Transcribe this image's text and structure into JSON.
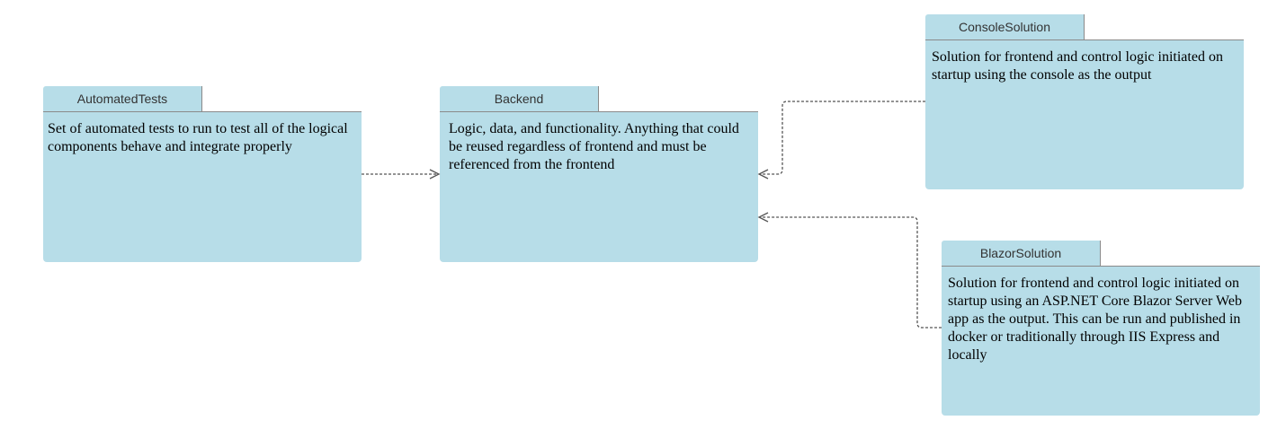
{
  "diagram": {
    "packages": [
      {
        "id": "automated",
        "title": "AutomatedTests",
        "description": "Set of automated tests to run to test all of the logical components behave and integrate properly"
      },
      {
        "id": "backend",
        "title": "Backend",
        "description": "Logic, data, and functionality. Anything that could be reused regardless of frontend and must be referenced from the frontend"
      },
      {
        "id": "console",
        "title": "ConsoleSolution",
        "description": "Solution for frontend and control logic initiated on startup using the console as the output"
      },
      {
        "id": "blazor",
        "title": "BlazorSolution",
        "description": "Solution for frontend and control logic initiated on startup using an ASP.NET Core Blazor Server Web app as the output. This can be run and published in docker or traditionally through IIS Express and locally"
      }
    ],
    "dependencies": [
      {
        "from": "AutomatedTests",
        "to": "Backend",
        "style": "dashed"
      },
      {
        "from": "ConsoleSolution",
        "to": "Backend",
        "style": "dashed"
      },
      {
        "from": "BlazorSolution",
        "to": "Backend",
        "style": "dashed"
      }
    ],
    "colors": {
      "package_fill": "#b7dde8",
      "package_border": "#8a8a8a",
      "arrow": "#555555"
    }
  }
}
